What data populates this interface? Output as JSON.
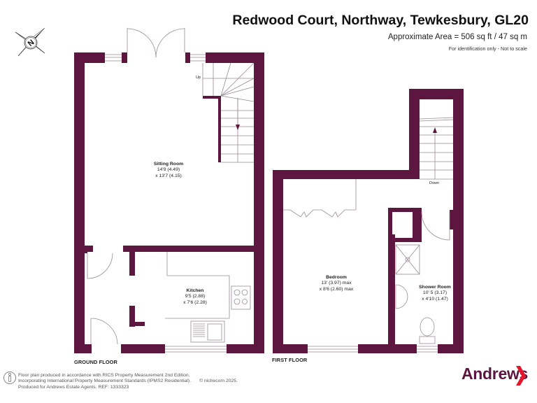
{
  "header": {
    "title": "Redwood Court, Northway, Tewkesbury, GL20",
    "area": "Approximate Area = 506 sq ft / 47 sq m",
    "note": "For identification only - Not to scale"
  },
  "compass": {
    "icon": "north-compass-icon",
    "letter": "N"
  },
  "ground_floor": {
    "label": "GROUND FLOOR",
    "stairs_label": "Up",
    "rooms": [
      {
        "name": "Sitting Room",
        "dim1": "14'9 (4.49)",
        "dim2": "x 13'7 (4.15)"
      },
      {
        "name": "Kitchen",
        "dim1": "9'5 (2.88)",
        "dim2": "x 7'6 (2.28)"
      }
    ]
  },
  "first_floor": {
    "label": "FIRST FLOOR",
    "stairs_label": "Down",
    "rooms": [
      {
        "name": "Bedroom",
        "dim1": "13' (3.97) max",
        "dim2": "x 8'6 (2.60) max"
      },
      {
        "name": "Shower Room",
        "dim1": "10' 5 (3.17)",
        "dim2": "x 4'10 (1.47)"
      }
    ]
  },
  "footer": {
    "line1": "Floor plan produced in accordance with RICS Property Measurement 2nd Edition.",
    "line2": "Incorporating International Property Measurement Standards (IPMS2 Residential).",
    "copyright": "© nichecom 2025.",
    "line3": "Produced for Andrews Estate Agents.    REF: 1333323"
  },
  "brand": {
    "name": "Andrews",
    "color": "#5a1641",
    "chevron_color": "#e2172b"
  },
  "colors": {
    "wall": "#5c1640",
    "fixture_line": "#9a8a93"
  }
}
